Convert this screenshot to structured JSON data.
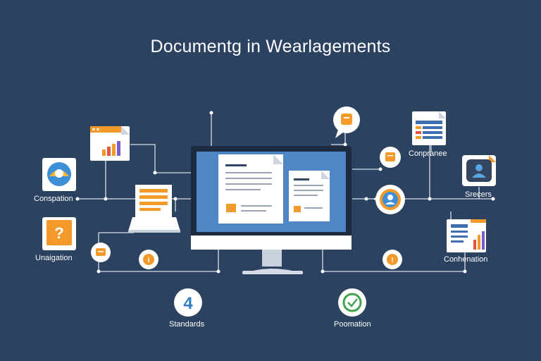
{
  "title": "Documentg in Wearlagements",
  "colors": {
    "background": "#2c4261",
    "line": "#d8dde6",
    "accent_orange": "#f39a2b",
    "screen_blue": "#4f86c6",
    "doc_white": "#ffffff"
  },
  "labels": {
    "left_top": "Conspation",
    "left_bottom": "Unaigation",
    "right_top": "Conpranee",
    "right_mid": "Srecers",
    "right_bottom": "Conhenation",
    "bottom_left": "Standards",
    "bottom_right": "Poomation",
    "bottom_left_number": "4"
  },
  "icons": [
    "browser-chart-icon",
    "avatar-card-icon",
    "question-card-icon",
    "laptop-document-icon",
    "speech-bubble-icon",
    "monitor-icon",
    "table-document-icon",
    "user-chat-icon",
    "report-chart-icon",
    "number-badge-icon",
    "check-badge-icon"
  ]
}
